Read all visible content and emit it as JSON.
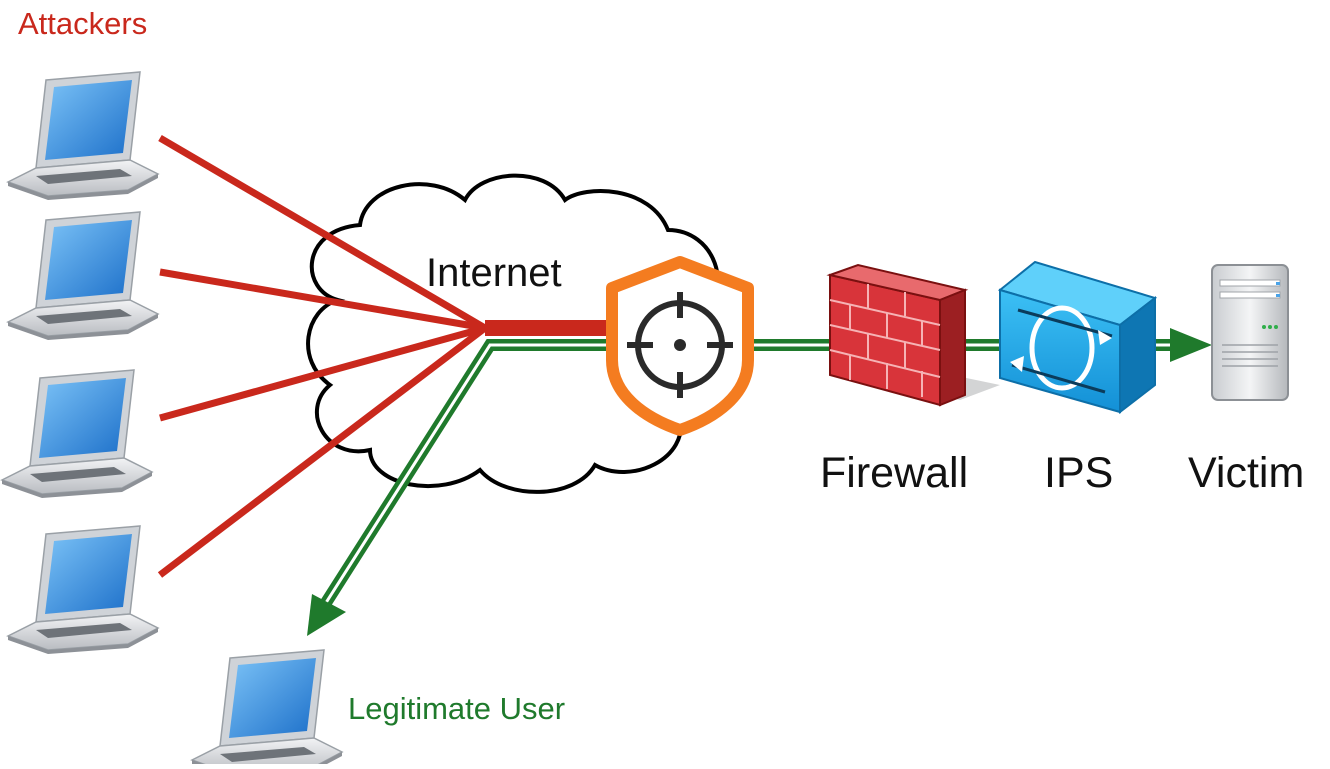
{
  "labels": {
    "attackers": "Attackers",
    "internet": "Internet",
    "firewall": "Firewall",
    "ips": "IPS",
    "victim": "Victim",
    "legit_user": "Legitimate User"
  },
  "colors": {
    "attack_red": "#c9281c",
    "legit_green": "#1f7a2c",
    "shield_orange": "#f47c20",
    "laptop_screen": "#3b8fe0",
    "firewall_red": "#d8343a",
    "ips_blue": "#1ea4e9",
    "server_gray": "#d8dadd",
    "text_dark": "#111111"
  },
  "icons": {
    "attacker": "laptop-icon",
    "legit_user": "laptop-icon",
    "shield": "crosshair-shield-icon",
    "firewall": "brick-wall-icon",
    "ips": "ips-device-icon",
    "victim": "server-icon",
    "internet": "cloud-icon"
  },
  "attackers_count": 4
}
